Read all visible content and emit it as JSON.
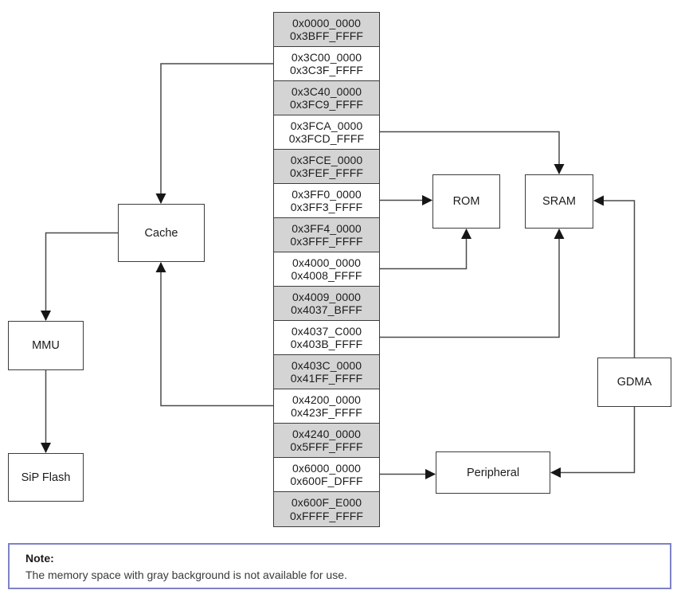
{
  "memory_map": {
    "rows": [
      {
        "range_start": "0x0000_0000",
        "range_end": "0x3BFF_FFFF",
        "unavailable": true
      },
      {
        "range_start": "0x3C00_0000",
        "range_end": "0x3C3F_FFFF",
        "unavailable": false
      },
      {
        "range_start": "0x3C40_0000",
        "range_end": "0x3FC9_FFFF",
        "unavailable": true
      },
      {
        "range_start": "0x3FCA_0000",
        "range_end": "0x3FCD_FFFF",
        "unavailable": false
      },
      {
        "range_start": "0x3FCE_0000",
        "range_end": "0x3FEF_FFFF",
        "unavailable": true
      },
      {
        "range_start": "0x3FF0_0000",
        "range_end": "0x3FF3_FFFF",
        "unavailable": false
      },
      {
        "range_start": "0x3FF4_0000",
        "range_end": "0x3FFF_FFFF",
        "unavailable": true
      },
      {
        "range_start": "0x4000_0000",
        "range_end": "0x4008_FFFF",
        "unavailable": false
      },
      {
        "range_start": "0x4009_0000",
        "range_end": "0x4037_BFFF",
        "unavailable": true
      },
      {
        "range_start": "0x4037_C000",
        "range_end": "0x403B_FFFF",
        "unavailable": false
      },
      {
        "range_start": "0x403C_0000",
        "range_end": "0x41FF_FFFF",
        "unavailable": true
      },
      {
        "range_start": "0x4200_0000",
        "range_end": "0x423F_FFFF",
        "unavailable": false
      },
      {
        "range_start": "0x4240_0000",
        "range_end": "0x5FFF_FFFF",
        "unavailable": true
      },
      {
        "range_start": "0x6000_0000",
        "range_end": "0x600F_DFFF",
        "unavailable": false
      },
      {
        "range_start": "0x600F_E000",
        "range_end": "0xFFFF_FFFF",
        "unavailable": true
      }
    ]
  },
  "blocks": {
    "cache": "Cache",
    "mmu": "MMU",
    "sip_flash": "SiP Flash",
    "rom": "ROM",
    "sram": "SRAM",
    "gdma": "GDMA",
    "peripheral": "Peripheral"
  },
  "edges": [
    {
      "from": "0x3C00_0000-0x3C3F_FFFF",
      "to": "Cache"
    },
    {
      "from": "Cache",
      "to": "MMU"
    },
    {
      "from": "MMU",
      "to": "SiP Flash"
    },
    {
      "from": "0x4200_0000-0x423F_FFFF",
      "to": "Cache"
    },
    {
      "from": "0x3FCA_0000-0x3FCD_FFFF",
      "to": "SRAM"
    },
    {
      "from": "0x3FF0_0000-0x3FF3_FFFF",
      "to": "ROM"
    },
    {
      "from": "0x4000_0000-0x4008_FFFF",
      "to": "ROM"
    },
    {
      "from": "0x4037_C000-0x403B_FFFF",
      "to": "SRAM"
    },
    {
      "from": "GDMA",
      "to": "SRAM"
    },
    {
      "from": "GDMA",
      "to": "Peripheral"
    },
    {
      "from": "0x6000_0000-0x600F_DFFF",
      "to": "Peripheral"
    }
  ],
  "note": {
    "title": "Note:",
    "text": "The memory space with gray background is not available for use."
  },
  "colors": {
    "unavailable-row-bg": "#d4d4d4",
    "available-row-bg": "#ffffff",
    "diagram-line": "#4a4a4a",
    "arrowhead": "#161616",
    "note-border": "#7e82c6",
    "text": "#1c1c1c"
  }
}
